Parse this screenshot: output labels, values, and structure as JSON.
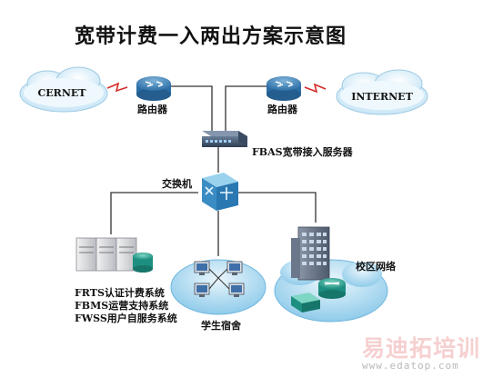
{
  "title": "宽带计费一入两出方案示意图",
  "clouds": {
    "left": "CERNET",
    "right": "INTERNET"
  },
  "labels": {
    "router_left": "路由器",
    "router_right": "路由器",
    "server": "FBAS宽带接入服务器",
    "switch": "交换机",
    "campus": "校区网络",
    "dorm": "学生宿舍"
  },
  "systems": [
    "FRTS认证计费系统",
    "FBMS运营支持系统",
    "FWSS用户自服务系统"
  ],
  "watermark": {
    "text": "易迪拓培训",
    "url": "www.edatop.com"
  }
}
